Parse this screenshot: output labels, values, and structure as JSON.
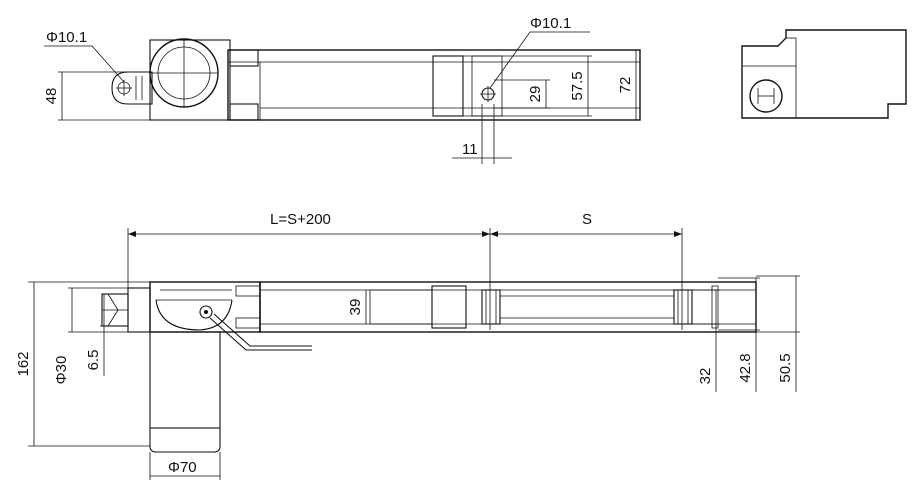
{
  "drawing": {
    "top_view": {
      "left_hole_dia": "Φ10.1",
      "right_hole_dia": "Φ10.1",
      "height_48": "48",
      "height_29": "29",
      "height_57_5": "57.5",
      "height_72": "72",
      "offset_11": "11"
    },
    "front_view": {
      "length_label": "L=S+200",
      "stroke_label": "S",
      "height_162": "162",
      "dia_30": "Φ30",
      "width_6_5": "6.5",
      "height_39": "39",
      "dia_70": "Φ70",
      "height_32": "32",
      "height_42_8": "42.8",
      "height_50_5": "50.5"
    }
  }
}
